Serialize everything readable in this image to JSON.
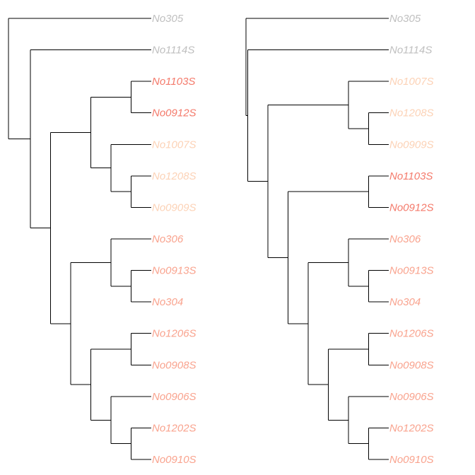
{
  "colors": {
    "gray": "#bfbfbf",
    "red": "#f47a6b",
    "salmon": "#f9a38e",
    "peach": "#fcd2b6"
  },
  "trees": [
    {
      "tree": {
        "children": [
          {
            "leaf": "No305"
          },
          {
            "children": [
              {
                "leaf": "No1114S"
              },
              {
                "children": [
                  {
                    "children": [
                      {
                        "children": [
                          {
                            "leaf": "No1103S"
                          },
                          {
                            "leaf": "No0912S"
                          }
                        ]
                      },
                      {
                        "children": [
                          {
                            "leaf": "No1007S"
                          },
                          {
                            "children": [
                              {
                                "leaf": "No1208S"
                              },
                              {
                                "leaf": "No0909S"
                              }
                            ]
                          }
                        ]
                      }
                    ]
                  },
                  {
                    "children": [
                      {
                        "children": [
                          {
                            "leaf": "No306"
                          },
                          {
                            "children": [
                              {
                                "leaf": "No0913S"
                              },
                              {
                                "leaf": "No304"
                              }
                            ]
                          }
                        ]
                      },
                      {
                        "children": [
                          {
                            "children": [
                              {
                                "leaf": "No1206S"
                              },
                              {
                                "leaf": "No0908S"
                              }
                            ]
                          },
                          {
                            "children": [
                              {
                                "leaf": "No0906S"
                              },
                              {
                                "children": [
                                  {
                                    "leaf": "No1202S"
                                  },
                                  {
                                    "leaf": "No0910S"
                                  }
                                ]
                              }
                            ]
                          }
                        ]
                      }
                    ]
                  }
                ]
              }
            ]
          }
        ]
      },
      "leaves": [
        {
          "label": "No305",
          "color": "gray"
        },
        {
          "label": "No1114S",
          "color": "gray"
        },
        {
          "label": "No1103S",
          "color": "red"
        },
        {
          "label": "No0912S",
          "color": "red"
        },
        {
          "label": "No1007S",
          "color": "peach"
        },
        {
          "label": "No1208S",
          "color": "peach"
        },
        {
          "label": "No0909S",
          "color": "peach"
        },
        {
          "label": "No306",
          "color": "salmon"
        },
        {
          "label": "No0913S",
          "color": "salmon"
        },
        {
          "label": "No304",
          "color": "salmon"
        },
        {
          "label": "No1206S",
          "color": "salmon"
        },
        {
          "label": "No0908S",
          "color": "salmon"
        },
        {
          "label": "No0906S",
          "color": "salmon"
        },
        {
          "label": "No1202S",
          "color": "salmon"
        },
        {
          "label": "No0910S",
          "color": "salmon"
        }
      ]
    },
    {
      "tree": {
        "children": [
          {
            "leaf": "No305"
          },
          {
            "children": [
              {
                "leaf": "No1114S"
              },
              {
                "children": [
                  {
                    "children": [
                      {
                        "leaf": "No1007S"
                      },
                      {
                        "children": [
                          {
                            "leaf": "No1208S"
                          },
                          {
                            "leaf": "No0909S"
                          }
                        ]
                      }
                    ]
                  },
                  {
                    "children": [
                      {
                        "children": [
                          {
                            "leaf": "No1103S"
                          },
                          {
                            "leaf": "No0912S"
                          }
                        ]
                      },
                      {
                        "children": [
                          {
                            "children": [
                              {
                                "leaf": "No306"
                              },
                              {
                                "children": [
                                  {
                                    "leaf": "No0913S"
                                  },
                                  {
                                    "leaf": "No304"
                                  }
                                ]
                              }
                            ]
                          },
                          {
                            "children": [
                              {
                                "children": [
                                  {
                                    "leaf": "No1206S"
                                  },
                                  {
                                    "leaf": "No0908S"
                                  }
                                ]
                              },
                              {
                                "children": [
                                  {
                                    "leaf": "No0906S"
                                  },
                                  {
                                    "children": [
                                      {
                                        "leaf": "No1202S"
                                      },
                                      {
                                        "leaf": "No0910S"
                                      }
                                    ]
                                  }
                                ]
                              }
                            ]
                          }
                        ]
                      }
                    ]
                  }
                ]
              }
            ]
          }
        ]
      },
      "leaves": [
        {
          "label": "No305",
          "color": "gray"
        },
        {
          "label": "No1114S",
          "color": "gray"
        },
        {
          "label": "No1007S",
          "color": "peach"
        },
        {
          "label": "No1208S",
          "color": "peach"
        },
        {
          "label": "No0909S",
          "color": "peach"
        },
        {
          "label": "No1103S",
          "color": "red"
        },
        {
          "label": "No0912S",
          "color": "red"
        },
        {
          "label": "No306",
          "color": "salmon"
        },
        {
          "label": "No0913S",
          "color": "salmon"
        },
        {
          "label": "No304",
          "color": "salmon"
        },
        {
          "label": "No1206S",
          "color": "salmon"
        },
        {
          "label": "No0908S",
          "color": "salmon"
        },
        {
          "label": "No0906S",
          "color": "salmon"
        },
        {
          "label": "No1202S",
          "color": "salmon"
        },
        {
          "label": "No0910S",
          "color": "salmon"
        }
      ]
    }
  ]
}
